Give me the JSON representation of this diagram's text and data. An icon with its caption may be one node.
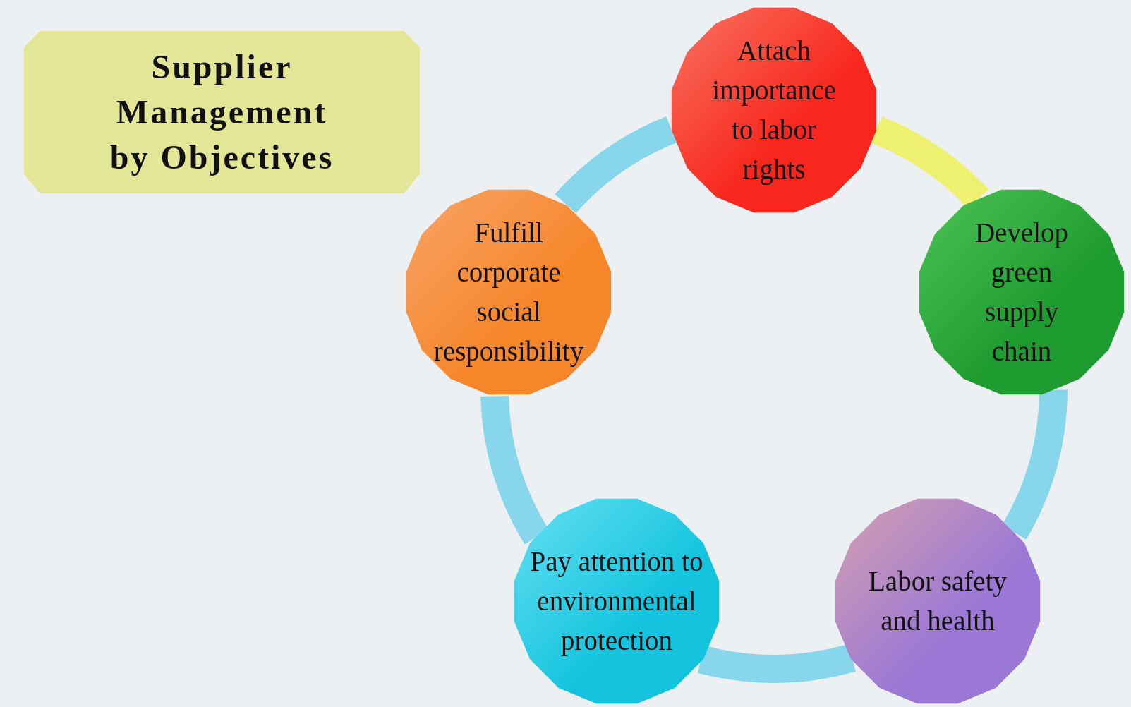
{
  "diagram": {
    "nodes": [
      {
        "text": [
          "Supplier Management by Objectives"
        ]
      },
      {
        "text": [
          "Attach importance to labor rights"
        ]
      },
      {
        "text": [
          "Fulfill corporate social responsibility"
        ]
      },
      {
        "text": [
          "Develop green supply chain"
        ]
      },
      {
        "text": [
          "Pay attention to environmental protection"
        ]
      },
      {
        "text": [
          "Labor safety and health"
        ]
      }
    ],
    "edges": [
      {
        "from": 1,
        "to": 3,
        "arrow": "none",
        "color": "#eef070"
      },
      {
        "from": 3,
        "to": 5,
        "arrow": "none"
      },
      {
        "from": 5,
        "to": 4,
        "arrow": "none"
      },
      {
        "from": 4,
        "to": 2,
        "arrow": "none"
      },
      {
        "from": 2,
        "to": 1,
        "arrow": "none"
      }
    ]
  }
}
